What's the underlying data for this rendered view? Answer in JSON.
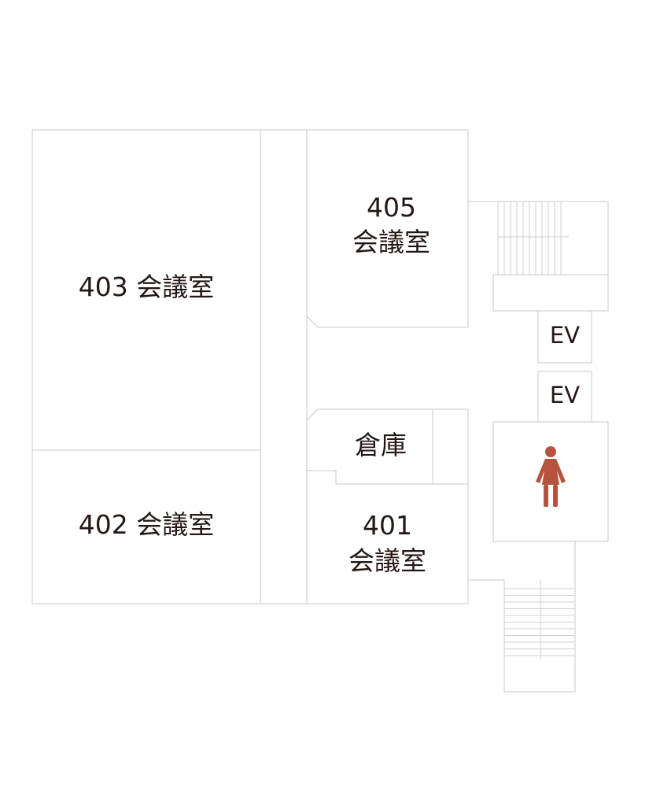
{
  "rooms": {
    "r403": "403 会議室",
    "r402": "402 会議室",
    "r405_num": "405",
    "r405_name": "会議室",
    "storage": "倉庫",
    "r401_num": "401",
    "r401_name": "会議室",
    "ev1": "EV",
    "ev2": "EV"
  },
  "icons": {
    "restroom": "female-restroom-icon"
  },
  "colors": {
    "text": "#231815",
    "walls": "#c9c9c9",
    "restroom_icon": "#b5533c"
  }
}
